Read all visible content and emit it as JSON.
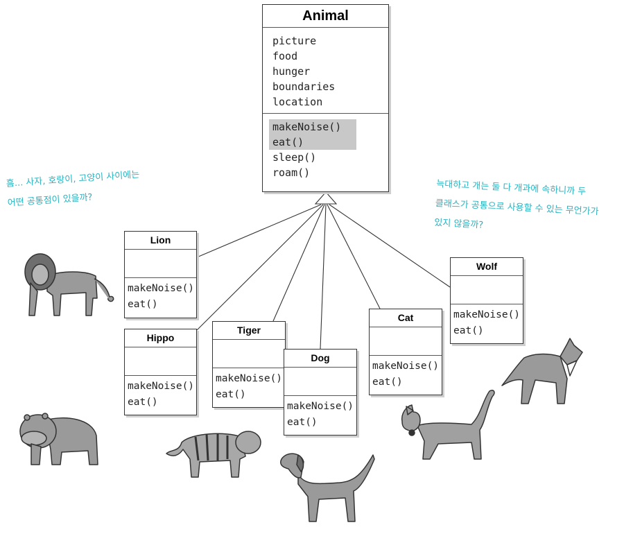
{
  "superclass": {
    "name": "Animal",
    "attributes": [
      "picture",
      "food",
      "hunger",
      "boundaries",
      "location"
    ],
    "methods": [
      "makeNoise()",
      "eat()",
      "sleep()",
      "roam()"
    ],
    "highlighted_methods": [
      "makeNoise()",
      "eat()"
    ]
  },
  "subclasses": [
    {
      "id": "lion",
      "name": "Lion",
      "methods": [
        "makeNoise()",
        "eat()"
      ]
    },
    {
      "id": "hippo",
      "name": "Hippo",
      "methods": [
        "makeNoise()",
        "eat()"
      ]
    },
    {
      "id": "tiger",
      "name": "Tiger",
      "methods": [
        "makeNoise()",
        "eat()"
      ]
    },
    {
      "id": "dog",
      "name": "Dog",
      "methods": [
        "makeNoise()",
        "eat()"
      ]
    },
    {
      "id": "cat",
      "name": "Cat",
      "methods": [
        "makeNoise()",
        "eat()"
      ]
    },
    {
      "id": "wolf",
      "name": "Wolf",
      "methods": [
        "makeNoise()",
        "eat()"
      ]
    }
  ],
  "notes": {
    "left": [
      "흠... 사자, 호랑이, 고양이 사이에는",
      "어떤 공통점이 있을까?"
    ],
    "right": [
      "늑대하고 개는 둘 다 개과에 속하니까 두",
      "클래스가 공통으로 사용할 수 있는 무언가가",
      "있지 않을까?"
    ]
  },
  "colors": {
    "note": "#2bb3c0",
    "highlight": "#c8c8c8",
    "animal_fill": "#9a9a9a"
  }
}
